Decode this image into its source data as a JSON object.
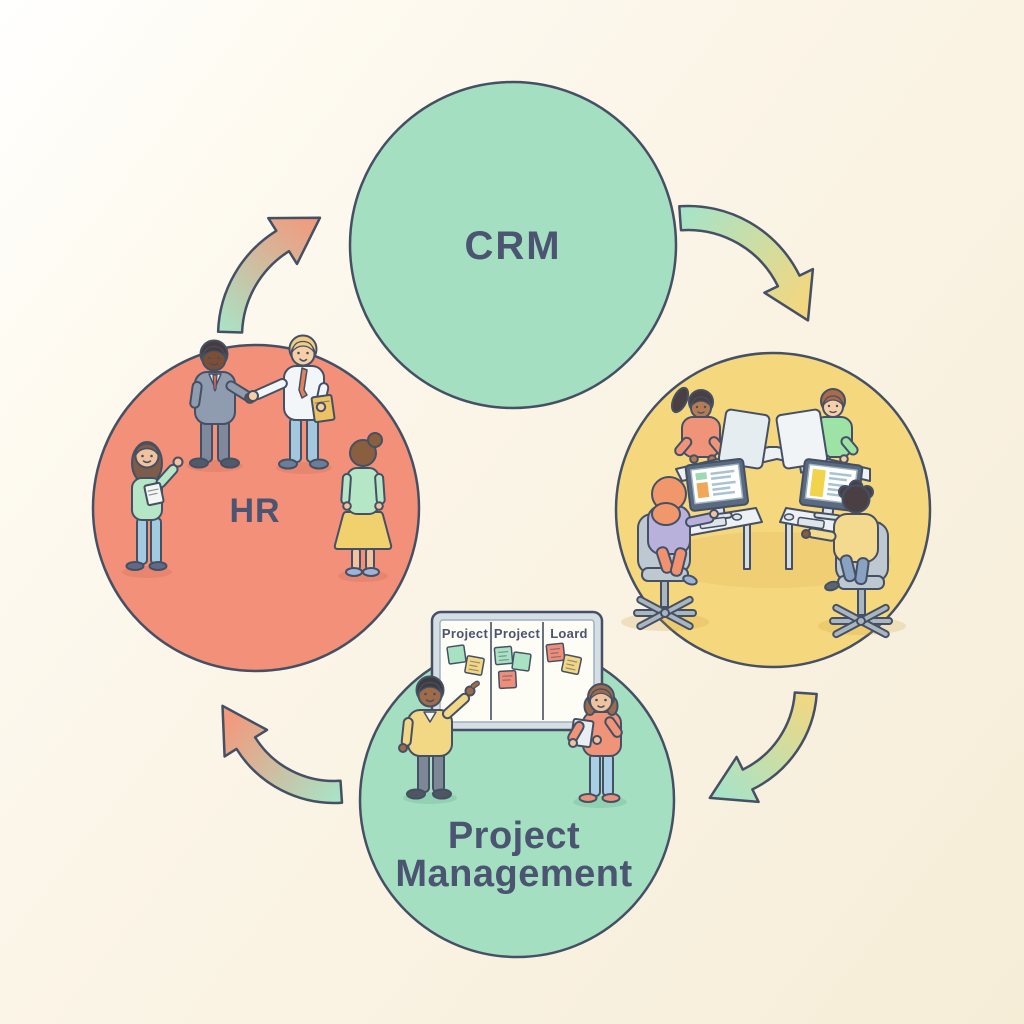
{
  "meta": {
    "description": "Flat pastel cartoon cycle diagram of four connected business functions",
    "style": "rounded outlined illustration on cream diagonal-gradient background"
  },
  "colors": {
    "outline": "#455064",
    "text": "#4b5470",
    "mint": "#a5dfc2",
    "coral": "#f2907a",
    "yellow": "#f5d77e",
    "arrow_mint": "#a9e3c6",
    "arrow_coral": "#f29a7d",
    "arrow_yellow": "#f3d77f",
    "note_green": "#a9e2c2",
    "note_yellow": "#f2d684",
    "note_red": "#ee8d7a",
    "board_bg": "#fdfcf5"
  },
  "nodes": {
    "crm": {
      "label": "CRM",
      "shape": "circle",
      "fill": "mint",
      "illustration": "none"
    },
    "team": {
      "label": "",
      "shape": "circle",
      "fill": "yellow",
      "illustration": "four people working at computer workstations"
    },
    "pm": {
      "label_line1": "Project",
      "label_line2": "Management",
      "shape": "circle",
      "fill": "mint",
      "illustration": "man pointing at kanban board, woman holding paper"
    },
    "hr": {
      "label": "HR",
      "shape": "circle",
      "fill": "coral",
      "illustration": "two men shaking hands, two women standing"
    }
  },
  "board": {
    "columns": [
      "Project",
      "Project",
      "Loard"
    ],
    "sticky_notes": [
      "green",
      "yellow",
      "green",
      "green",
      "red",
      "red",
      "yellow"
    ]
  },
  "flow": [
    {
      "from": "hr",
      "to": "crm",
      "gradient": [
        "arrow_mint",
        "arrow_coral"
      ]
    },
    {
      "from": "crm",
      "to": "team",
      "gradient": [
        "arrow_mint",
        "arrow_yellow"
      ]
    },
    {
      "from": "team",
      "to": "pm",
      "gradient": [
        "arrow_yellow",
        "arrow_mint"
      ]
    },
    {
      "from": "pm",
      "to": "hr",
      "gradient": [
        "arrow_mint",
        "arrow_coral"
      ]
    }
  ]
}
